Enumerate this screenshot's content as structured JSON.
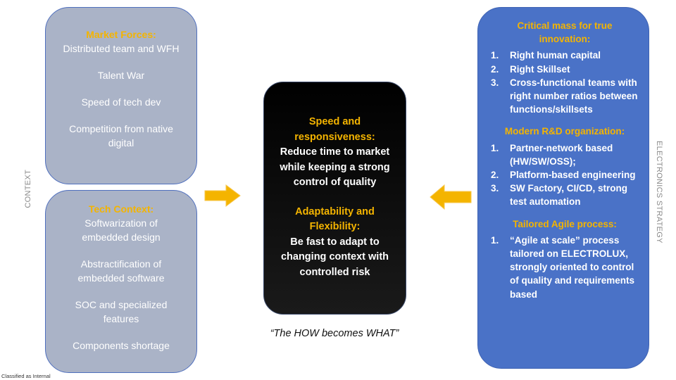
{
  "context": {
    "label": "CONTEXT",
    "market_forces": {
      "heading": "Market Forces:",
      "items": [
        "Distributed team and WFH",
        "Talent War",
        "Speed of tech dev",
        "Competition from native digital"
      ]
    },
    "tech_context": {
      "heading": "Tech Context:",
      "items": [
        "Softwarization of embedded design",
        "Abstractification of embedded software",
        "SOC and specialized features",
        "Components shortage"
      ]
    }
  },
  "center": {
    "speed_heading": "Speed and responsiveness:",
    "speed_text": "Reduce time to market while keeping a strong control of quality",
    "adapt_heading": "Adaptability and Flexibility:",
    "adapt_text": "Be fast to adapt to changing context with controlled risk"
  },
  "quote": "“The HOW becomes WHAT”",
  "strategy": {
    "label": "ELECTRONICS STRATEGY",
    "sections": [
      {
        "heading": "Critical mass for true innovation:",
        "items": [
          {
            "num": "1.",
            "text": "Right human capital"
          },
          {
            "num": "2.",
            "text": "Right Skillset"
          },
          {
            "num": "3.",
            "text": "Cross-functional teams with right number ratios between functions/skillsets"
          }
        ]
      },
      {
        "heading": "Modern R&D organization:",
        "items": [
          {
            "num": "1.",
            "text": "Partner-network based (HW/SW/OSS);"
          },
          {
            "num": "2.",
            "text": "Platform-based engineering"
          },
          {
            "num": "3.",
            "text": "SW Factory, CI/CD, strong test automation"
          }
        ]
      },
      {
        "heading": "Tailored Agile process:",
        "items": [
          {
            "num": "1.",
            "text": "“Agile at scale” process tailored on ELECTROLUX, strongly oriented to control of quality and requirements based"
          }
        ]
      }
    ]
  },
  "footer": "Classified as Internal",
  "colors": {
    "accent": "#f4b400",
    "context_fill": "#aab3c7",
    "strategy_fill": "#4a72c7",
    "center_fill": "#000000"
  }
}
